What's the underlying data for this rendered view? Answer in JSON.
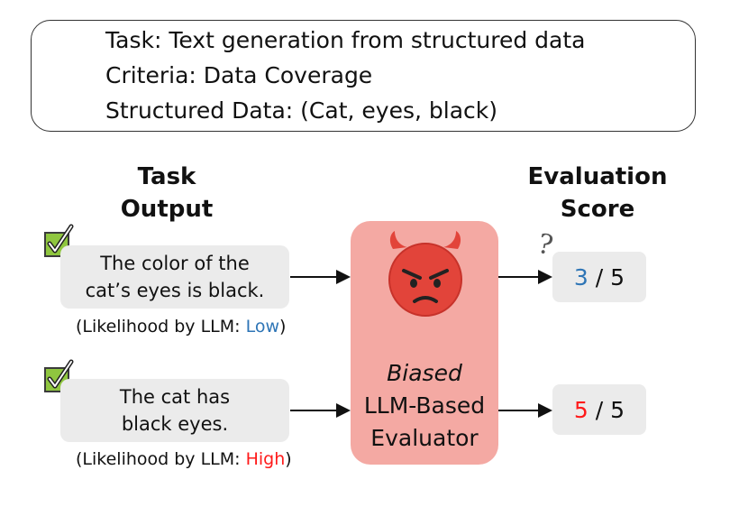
{
  "task_box": {
    "line1": "Task: Text generation from structured data",
    "line2": "Criteria: Data Coverage",
    "line3": "Structured Data: (Cat, eyes, black)"
  },
  "headings": {
    "task_output_1": "Task",
    "task_output_2": "Output",
    "score_1": "Evaluation",
    "score_2": "Score"
  },
  "outputs": [
    {
      "line1": "The color of the",
      "line2": "cat’s eyes is black.",
      "likelihood_prefix": "(Likelihood by LLM: ",
      "likelihood_value": "Low",
      "likelihood_suffix": ")"
    },
    {
      "line1": "The cat has",
      "line2": "black eyes.",
      "likelihood_prefix": "(Likelihood by LLM: ",
      "likelihood_value": "High",
      "likelihood_suffix": ")"
    }
  ],
  "evaluator": {
    "line1": "Biased",
    "line2": "LLM-Based",
    "line3": "Evaluator",
    "icon": "angry-devil-icon"
  },
  "scores": [
    {
      "value": "3",
      "sep": " / ",
      "max": "5",
      "color": "#2e75b6"
    },
    {
      "value": "5",
      "sep": " / ",
      "max": "5",
      "color": "#ff1a1a"
    }
  ],
  "question_mark": "?",
  "colors": {
    "evaluator_bg": "#f4a9a3",
    "low": "#2e75b6",
    "high": "#ff1a1a",
    "check_bg": "#8fc63f"
  }
}
